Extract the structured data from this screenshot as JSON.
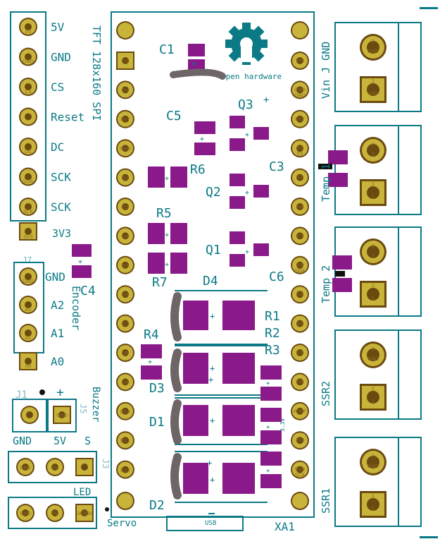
{
  "colors": {
    "silkscreen": "#0b7a86",
    "pad_gold": "#c8b43a",
    "pad_ring": "#6b4a10",
    "smd": "#8a1a8a",
    "graphite": "#6e6666",
    "white": "#ffffff"
  },
  "logo": {
    "text": "open hardware"
  },
  "display_label": "TFT 128x160 SPI",
  "left_header": {
    "pins": [
      {
        "pad": "5V",
        "label": "5V"
      },
      {
        "pad": "GND",
        "label": "GND"
      },
      {
        "pad": "CS",
        "label": "CS"
      },
      {
        "pad": "",
        "label": "Reset"
      },
      {
        "pad": "DC",
        "label": "DC"
      },
      {
        "pad": "SDA",
        "label": "SCK"
      },
      {
        "pad": "SCK",
        "label": "SCK"
      }
    ],
    "extra_pad": "3V3",
    "extra_label": "3V3"
  },
  "encoder": {
    "label": "Encoder",
    "pins": [
      {
        "pad": "GND",
        "label": "GND"
      },
      {
        "pad": "A2",
        "label": "A2"
      },
      {
        "pad": "A1",
        "label": "A1"
      },
      {
        "pad": "A0",
        "label": "A0"
      }
    ],
    "ref": "J7"
  },
  "buzzer": {
    "label": "Buzzer",
    "ref": "J1",
    "plus": "+",
    "pad_gnd": "GND",
    "ref2": "J5"
  },
  "led": {
    "header_labels": [
      "GND",
      "5V",
      "S"
    ],
    "pads": [
      "GND",
      "5V",
      ""
    ],
    "label": "LED",
    "ref": "J3"
  },
  "servo": {
    "pads": [
      "GND",
      "5V",
      "SIGNAL"
    ],
    "label": "Servo"
  },
  "arduino": {
    "left_pins": [
      "D1",
      "D0",
      "RST",
      "GND",
      "D2",
      "D3",
      "D4",
      "D5",
      "D6",
      "D7",
      "D8",
      "D9",
      "D10",
      "D11",
      "D12"
    ],
    "right_pins": [
      "VIN",
      "GND",
      "RST",
      "5V",
      "A7",
      "A6",
      "A5",
      "A4",
      "A3",
      "A2",
      "A1",
      "A0",
      "AREF",
      "3V3",
      "D13"
    ],
    "right_sub": [
      "",
      "GND",
      "",
      "5V",
      "",
      "",
      "",
      "SDA",
      "",
      "",
      "",
      "",
      "",
      "",
      "SCK"
    ],
    "usb_label": "USB",
    "ref": "XA1",
    "power_note": "3.3V"
  },
  "components": {
    "C1": "C1",
    "C3": "C3",
    "C4": "C4",
    "C5": "C5",
    "C6": "C6",
    "Q1": "Q1",
    "Q2": "Q2",
    "Q3": "Q3",
    "R1": "R1",
    "R2": "R2",
    "R3": "R3",
    "R4": "R4",
    "R5": "R5",
    "R6": "R6",
    "R7": "R7",
    "D1": "D1",
    "D2": "D2",
    "D3": "D3",
    "D4": "D4"
  },
  "terminals": [
    {
      "label": "Vin J GND",
      "pad_top": "GND",
      "pad_bottom": "VIN"
    },
    {
      "label": "Temp 1",
      "pad_top": "2",
      "pad_bottom": "1"
    },
    {
      "label": "Temp 2",
      "pad_top": "2",
      "pad_bottom": "1"
    },
    {
      "label": "SSR2",
      "pad_top": "GND",
      "pad_bottom": "1"
    },
    {
      "label": "SSR1",
      "pad_top": "GND",
      "pad_bottom": "1"
    }
  ],
  "terminal_pin_numbers": [
    "2",
    "1"
  ]
}
